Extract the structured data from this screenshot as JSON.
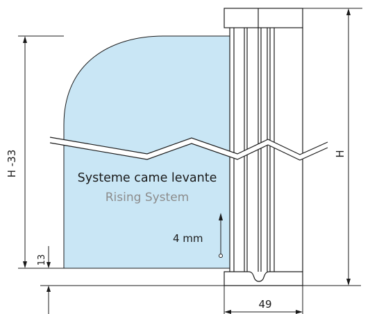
{
  "labels": {
    "system_fr": "Systeme came levante",
    "system_en": "Rising System",
    "rise": "4 mm",
    "height_minus": "H -33",
    "height": "H",
    "bottom_gap": "13",
    "width": "49"
  },
  "colors": {
    "glass": "#c9e6f5",
    "line": "#1a1a1a",
    "secondary_text": "#8c8c8c"
  },
  "icons": {
    "rise_arrow": "arrow-up-icon"
  }
}
